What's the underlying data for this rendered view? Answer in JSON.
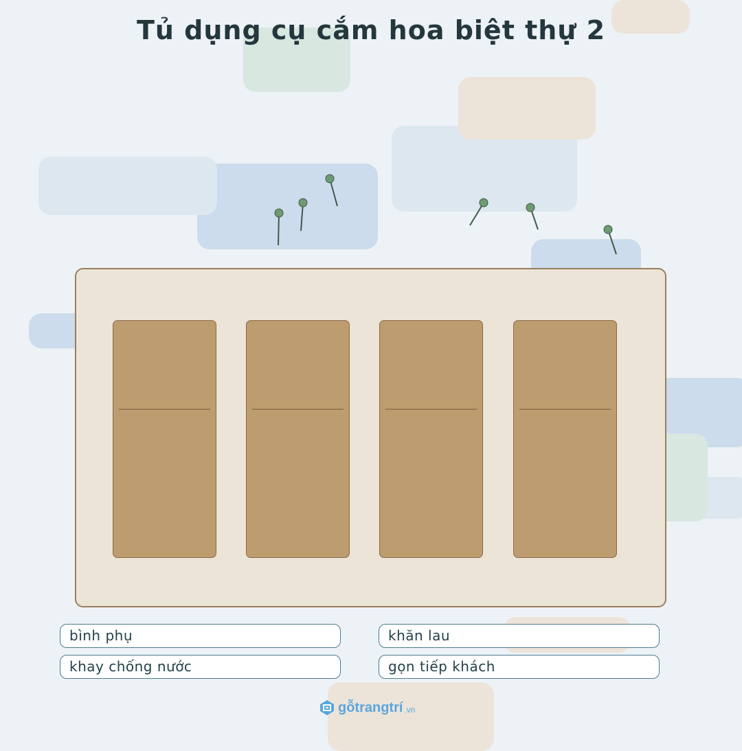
{
  "title": "Tủ dụng cụ cắm hoa biệt thự 2",
  "labels": [
    "bình phụ",
    "khăn lau",
    "khay chống nước",
    "gọn tiếp khách"
  ],
  "logo": {
    "name": "gỗtrangtrí",
    "tld": ".vn",
    "icon": "logo-icon"
  },
  "colors": {
    "background": "#edf2f6",
    "cabinet": "#ece4d7",
    "door": "#bd9c6f",
    "title": "#24373d",
    "label_border": "#4d7b8f",
    "stem": "#3f5a48",
    "bud": "#6e9a74"
  }
}
